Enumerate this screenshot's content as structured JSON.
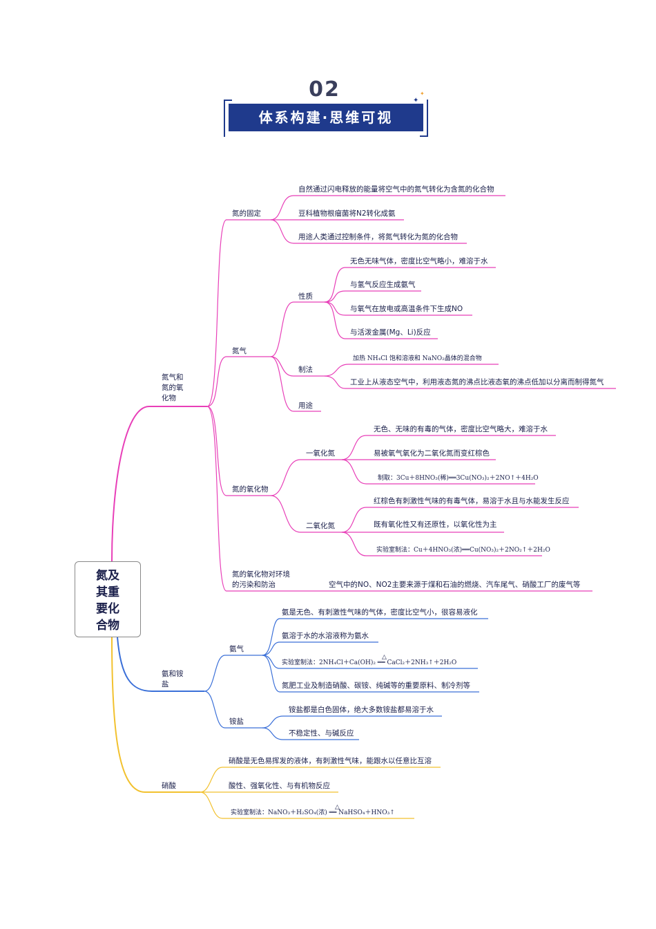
{
  "header": {
    "number": "02",
    "title": "体系构建·思维可视"
  },
  "root": {
    "label_lines": [
      "氮及",
      "其重",
      "要化",
      "合物"
    ]
  },
  "branches": {
    "b1": {
      "label_lines": [
        "氮气和",
        "氮的氧",
        "化物"
      ]
    },
    "b2": {
      "label_lines": [
        "氨和铵",
        "盐"
      ]
    },
    "b3": {
      "label": "硝酸"
    }
  },
  "n_fix": {
    "label": "氮的固定",
    "items": [
      "自然通过闪电释放的能量将空气中的氮气转化为含氮的化合物",
      "豆科植物根瘤菌将N2转化成氨",
      "用途人类通过控制条件，将氮气转化为氮的化合物"
    ]
  },
  "n2": {
    "label": "氮气",
    "props": {
      "label": "性质",
      "items": [
        "无色无味气体，密度比空气略小，难溶于水",
        "与氢气反应生成氨气",
        "与氧气在放电或高温条件下生成NO",
        "与活泼金属(Mg、Li)反应"
      ]
    },
    "prep": {
      "label": "制法",
      "items": [
        "加热 NH₄Cl 饱和溶液和 NaNO₂晶体的混合物",
        "工业上从液态空气中，利用液态氮的沸点比液态氧的沸点低加以分离而制得氮气"
      ]
    },
    "use": {
      "label": "用途"
    }
  },
  "nox": {
    "label": "氮的氧化物",
    "no": {
      "label": "一氧化氮",
      "items": [
        "无色、无味的有毒的气体，密度比空气略大，难溶于水",
        "易被氧气氧化为二氧化氮而变红棕色",
        "制取：3Cu＋8HNO₃(稀)══3Cu(NO₃)₂＋2NO↑＋4H₂O"
      ]
    },
    "no2": {
      "label": "二氧化氮",
      "items": [
        "红棕色有刺激性气味的有毒气体，易溶于水且与水能发生反应",
        "既有氧化性又有还原性，以氧化性为主",
        "实验室制法：Cu＋4HNO₃(浓)══Cu(NO₃)₂＋2NO₂↑＋2H₂O"
      ]
    }
  },
  "env": {
    "label_lines": [
      "氮的氧化物对环境",
      "的污染和防治"
    ],
    "item": "空气中的NO、NO2主要来源于煤和石油的燃烧、汽车尾气、硝酸工厂的废气等"
  },
  "nh3": {
    "label": "氨气",
    "items": [
      "氨是无色、有刺激性气味的气体，密度比空气小，很容易液化",
      "氨溶于水的水溶液称为氨水",
      "实验室制法：2NH₄Cl＋Ca(OH)₂ ══ CaCl₂＋2NH₃↑＋2H₂O",
      "氮肥工业及制造硝酸、碳铵、纯碱等的重要原料、制冷剂等"
    ],
    "heat_mark": "△"
  },
  "salt": {
    "label": "铵盐",
    "items": [
      "铵盐都是白色固体，绝大多数铵盐都易溶于水",
      "不稳定性、与碱反应"
    ]
  },
  "hno3": {
    "items": [
      "硝酸是无色易挥发的液体，有刺激性气味，能跟水以任意比互溶",
      "酸性、强氧化性、与有机物反应",
      "实验室制法：NaNO₃＋H₂SO₄(浓) ══ NaHSO₄＋HNO₃↑"
    ],
    "heat_mark": "△"
  },
  "colors": {
    "magenta": "#e83fb8",
    "blue": "#3a6fd8",
    "yellow": "#f2c12e",
    "banner": "#1f3a8c"
  }
}
